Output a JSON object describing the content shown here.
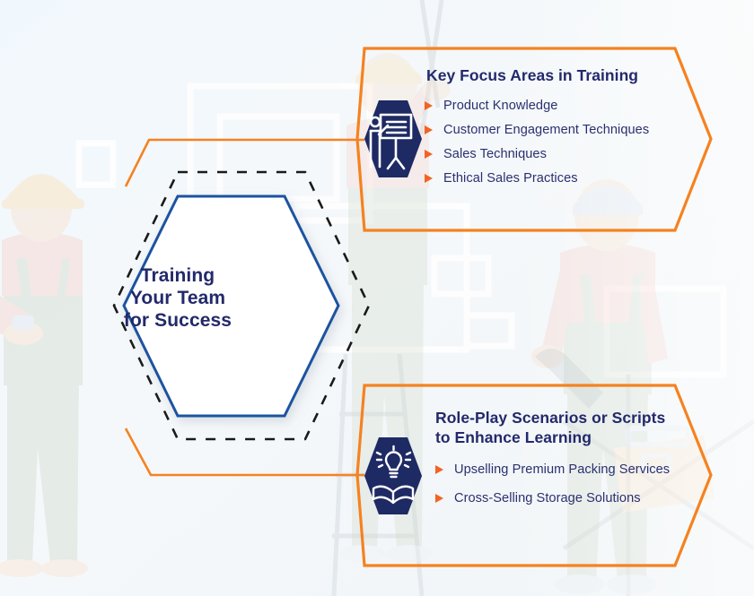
{
  "theme": {
    "navy": "#23296b",
    "orange": "#f58220",
    "orange_arrow": "#f26322",
    "hex_blue": "#1a52a0",
    "background": "#f2f8fc",
    "icon_badge": "#1e2a63"
  },
  "center": {
    "name": "center-hexagon",
    "title_lines": [
      "Training",
      "Your Team",
      "for Success"
    ]
  },
  "cards": [
    {
      "id": "key-focus-areas",
      "title": "Key Focus Areas in Training",
      "icon": "presenter-whiteboard-icon",
      "bullets": [
        "Product Knowledge",
        "Customer Engagement Techniques",
        "Sales Techniques",
        "Ethical Sales Practices"
      ]
    },
    {
      "id": "role-play-scenarios",
      "title_lines": [
        "Role-Play Scenarios or Scripts",
        "to Enhance Learning"
      ],
      "title": "Role-Play Scenarios or Scripts to Enhance Learning",
      "icon": "lightbulb-book-icon",
      "bullets": [
        "Upselling Premium Packing Services",
        "Cross-Selling Storage Solutions"
      ]
    }
  ]
}
